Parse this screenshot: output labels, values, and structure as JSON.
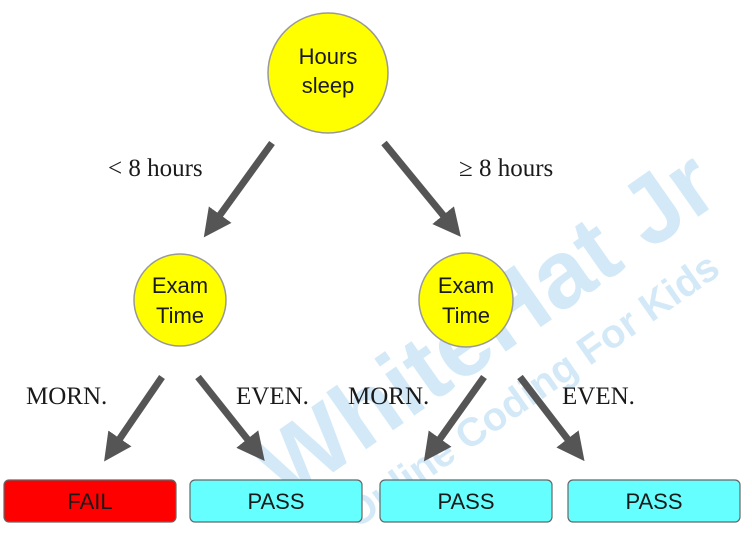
{
  "root": {
    "lines": [
      "Hours",
      "sleep"
    ],
    "fill": "#ffff00",
    "stroke": "#999999"
  },
  "edges": {
    "root_left": "< 8 hours",
    "root_right": "≥ 8 hours",
    "left_morn": "MORN.",
    "left_even": "EVEN.",
    "right_morn": "MORN.",
    "right_even": "EVEN."
  },
  "left_node": {
    "lines": [
      "Exam",
      "Time"
    ],
    "fill": "#ffff00"
  },
  "right_node": {
    "lines": [
      "Exam",
      "Time"
    ],
    "fill": "#ffff00"
  },
  "leaves": [
    {
      "label": "FAIL",
      "fill": "#ff0000"
    },
    {
      "label": "PASS",
      "fill": "#66ffff"
    },
    {
      "label": "PASS",
      "fill": "#66ffff"
    },
    {
      "label": "PASS",
      "fill": "#66ffff"
    }
  ],
  "colors": {
    "arrow": "#555555"
  },
  "watermark": {
    "brand": "WhiteHat Jr",
    "tagline": "Online Coding For Kids"
  }
}
